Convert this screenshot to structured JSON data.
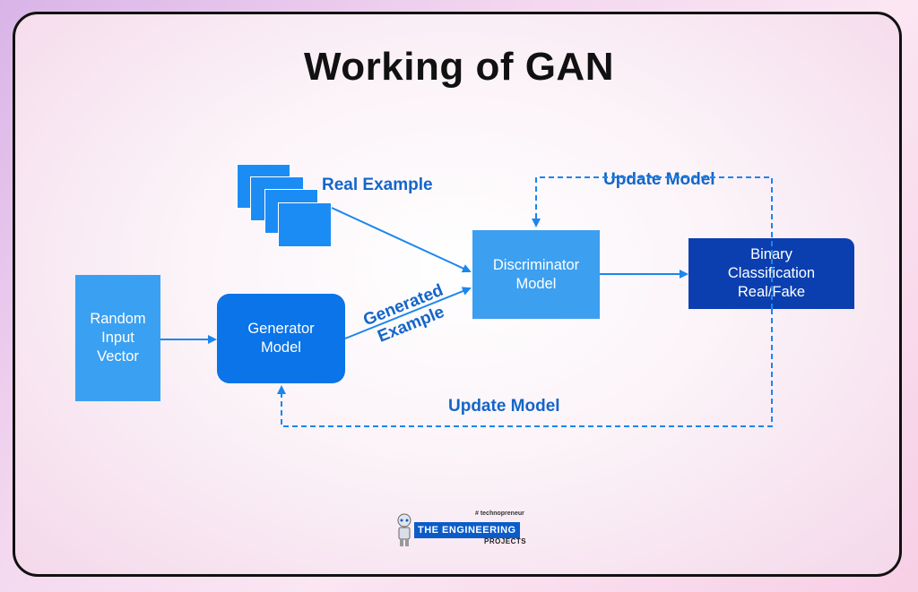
{
  "title": "Working of GAN",
  "nodes": {
    "random_input": "Random\nInput\nVector",
    "generator": "Generator\nModel",
    "discriminator": "Discriminator\nModel",
    "binary": "Binary\nClassification\nReal/Fake"
  },
  "labels": {
    "real_example": "Real Example",
    "generated_example": "Generated\nExample",
    "update_model_top": "Update Model",
    "update_model_bottom": "Update Model"
  },
  "logo": {
    "tagline": "# technopreneur",
    "badge": "THE ENGINEERING",
    "sub": "PROJECTS"
  },
  "colors": {
    "primary": "#0a74e8",
    "light": "#3aa0f2",
    "dark": "#0b3fb0",
    "label": "#1565c8"
  }
}
